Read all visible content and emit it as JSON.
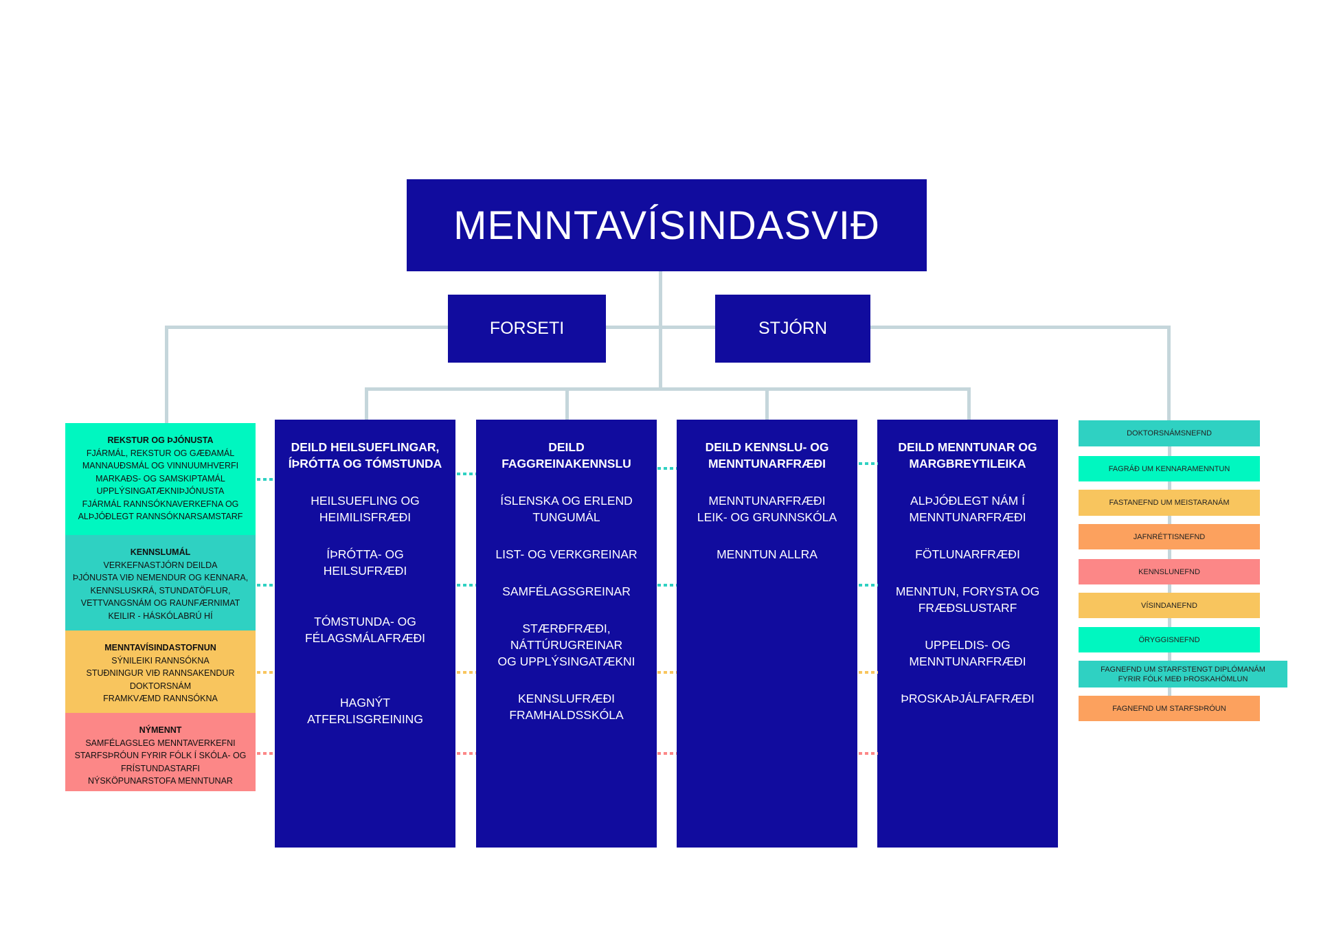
{
  "title": "MENNTAVÍSINDASVIÐ",
  "forseti": "FORSETI",
  "stjorn": "STJÓRN",
  "colors": {
    "navy": "#110c9e",
    "line": "#c5d6db",
    "green": "#00f7c0",
    "teal": "#2fd1c2",
    "yellow": "#f8c55e",
    "pink": "#fc8787",
    "orange": "#fca15e"
  },
  "left_sections": [
    {
      "heading": "REKSTUR OG ÞJÓNUSTA",
      "color": "#00f7c0",
      "lines": [
        "FJÁRMÁL, REKSTUR OG GÆÐAMÁL",
        "MANNAUÐSMÁL OG VINNUUMHVERFI",
        "MARKAÐS- OG SAMSKIPTAMÁL",
        "UPPLÝSINGATÆKNIÞJÓNUSTA",
        "FJÁRMÁL RANNSÓKNAVERKEFNA OG",
        "ALÞJÓÐLEGT RANNSÓKNARSAMSTARF"
      ]
    },
    {
      "heading": "KENNSLUMÁL",
      "color": "#2fd1c2",
      "lines": [
        "VERKEFNASTJÓRN DEILDA",
        "ÞJÓNUSTA VIÐ NEMENDUR OG KENNARA,",
        "KENNSLUSKRÁ, STUNDATÖFLUR,",
        "VETTVANGSNÁM OG RAUNFÆRNIMAT",
        "KEILIR - HÁSKÓLABRÚ HÍ"
      ]
    },
    {
      "heading": "MENNTAVÍSINDASTOFNUN",
      "color": "#f8c55e",
      "lines": [
        "SÝNILEIKI RANNSÓKNA",
        "STUÐNINGUR VIÐ RANNSAKENDUR",
        "DOKTORSNÁM",
        "FRAMKVÆMD RANNSÓKNA"
      ]
    },
    {
      "heading": "NÝMENNT",
      "color": "#fc8787",
      "lines": [
        "SAMFÉLAGSLEG MENNTAVERKEFNI",
        "STARFSÞRÓUN FYRIR FÓLK Í SKÓLA- OG",
        "FRÍSTUNDASTARFI",
        "NÝSKÖPUNARSTOFA MENNTUNAR"
      ]
    }
  ],
  "departments": [
    {
      "heading": "DEILD HEILSUEFLINGAR, ÍÞRÓTTA OG TÓMSTUNDA",
      "items": [
        "HEILSUEFLING OG\nHEIMILISFRÆÐI",
        "ÍÞRÓTTA- OG\nHEILSUFRÆÐI",
        "TÓMSTUNDA- OG\nFÉLAGSMÁLAFRÆÐI",
        "HAGNÝT ATFERLISGREINING"
      ]
    },
    {
      "heading": "DEILD FAGGREINAKENNSLU",
      "items": [
        "ÍSLENSKA OG ERLEND\nTUNGUMÁL",
        "LIST- OG VERKGREINAR",
        "SAMFÉLAGSGREINAR",
        "STÆRÐFRÆÐI,\nNÁTTÚRUGREINAR\nOG UPPLÝSINGATÆKNI",
        "KENNSLUFRÆÐI\nFRAMHALDSSKÓLA"
      ]
    },
    {
      "heading": "DEILD KENNSLU- OG MENNTUNARFRÆÐI",
      "items": [
        "MENNTUNARFRÆÐI\nLEIK- OG GRUNNSKÓLA",
        "MENNTUN ALLRA"
      ]
    },
    {
      "heading": "DEILD MENNTUNAR OG MARGBREYTILEIKA",
      "items": [
        "ALÞJÓÐLEGT NÁM Í\nMENNTUNARFRÆÐI",
        "FÖTLUNARFRÆÐI",
        "MENNTUN, FORYSTA OG\nFRÆÐSLUSTARF",
        "UPPELDIS- OG\nMENNTUNARFRÆÐI",
        "ÞROSKAÞJÁLFAFRÆÐI"
      ]
    }
  ],
  "committees": [
    {
      "label": "DOKTORSNÁMSNEFND",
      "color": "#2fd1c2"
    },
    {
      "label": "FAGRÁÐ UM KENNARAMENNTUN",
      "color": "#00f7c0"
    },
    {
      "label": "FASTANEFND UM MEISTARANÁM",
      "color": "#f8c55e"
    },
    {
      "label": "JAFNRÉTTISNEFND",
      "color": "#fca15e"
    },
    {
      "label": "KENNSLUNEFND",
      "color": "#fc8787"
    },
    {
      "label": "VÍSINDANEFND",
      "color": "#f8c55e"
    },
    {
      "label": "ÖRYGGISNEFND",
      "color": "#00f7c0"
    },
    {
      "label": "FAGNEFND UM STARFSTENGT DIPLÓMANÁM FYRIR FÓLK MEÐ ÞROSKAHÖMLUN",
      "color": "#2fd1c2"
    },
    {
      "label": "FAGNEFND UM STARFSÞRÓUN",
      "color": "#fca15e"
    }
  ]
}
